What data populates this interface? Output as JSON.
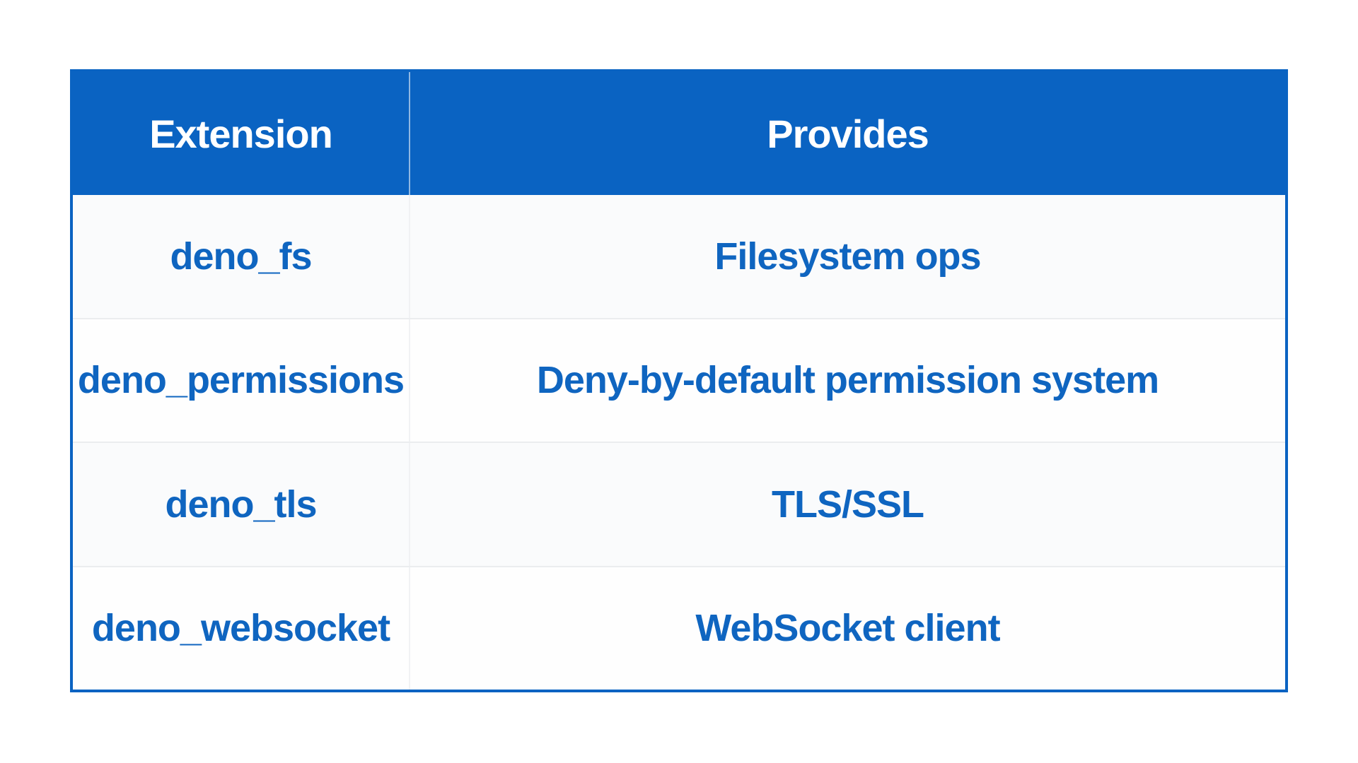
{
  "colors": {
    "accent_blue": "#0a63c2",
    "body_text_blue": "#0f65c0",
    "header_text": "#ffffff",
    "page_background": "#ffffff",
    "row_separator": "#ebedef"
  },
  "table": {
    "headers": [
      {
        "label": "Extension"
      },
      {
        "label": "Provides"
      }
    ],
    "rows": [
      {
        "extension": "deno_fs",
        "provides": "Filesystem ops"
      },
      {
        "extension": "deno_permissions",
        "provides": "Deny-by-default permission system"
      },
      {
        "extension": "deno_tls",
        "provides": "TLS/SSL"
      },
      {
        "extension": "deno_websocket",
        "provides": "WebSocket client"
      }
    ]
  },
  "chart_data": {
    "type": "table",
    "title": "",
    "columns": [
      "Extension",
      "Provides"
    ],
    "rows": [
      [
        "deno_fs",
        "Filesystem ops"
      ],
      [
        "deno_permissions",
        "Deny-by-default permission system"
      ],
      [
        "deno_tls",
        "TLS/SSL"
      ],
      [
        "deno_websocket",
        "WebSocket client"
      ]
    ],
    "layout_hints": {
      "header_background": "#0a63c2",
      "header_text_color": "#ffffff",
      "body_text_color": "#0f65c0",
      "border_color": "#0a63c2",
      "column_width_ratio": [
        0.28,
        0.72
      ],
      "text_alignment": "center"
    }
  }
}
